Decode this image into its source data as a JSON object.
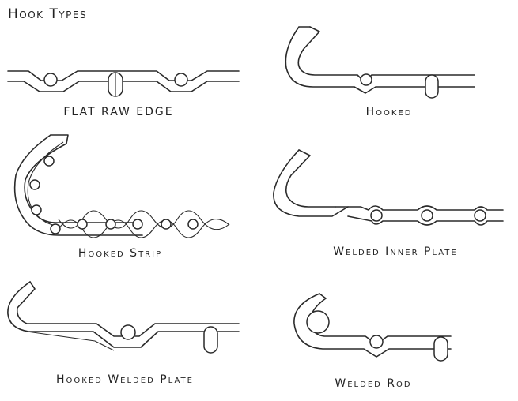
{
  "title": "Hook Types",
  "types": [
    {
      "label": "FLAT RAW EDGE"
    },
    {
      "label": "Hooked"
    },
    {
      "label": "Hooked Strip"
    },
    {
      "label": "Welded Inner Plate"
    },
    {
      "label": "Hooked Welded Plate"
    },
    {
      "label": "Welded Rod"
    }
  ]
}
